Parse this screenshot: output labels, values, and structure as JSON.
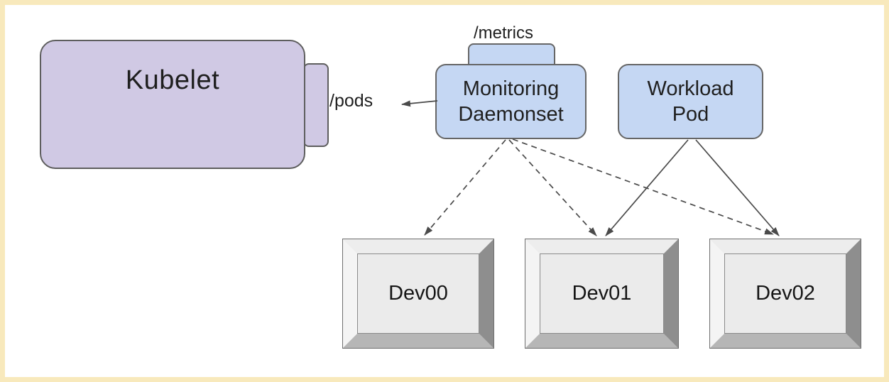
{
  "frame": {
    "border_color": "#f8e9bc",
    "background_color": "#ffffff"
  },
  "nodes": {
    "kubelet": {
      "label": "Kubelet",
      "fill": "#d0c9e4",
      "stroke": "#5e5e5e"
    },
    "monitoring_daemonset": {
      "line1": "Monitoring",
      "line2": "Daemonset",
      "fill": "#c5d7f3",
      "stroke": "#666666"
    },
    "workload_pod": {
      "line1": "Workload",
      "line2": "Pod",
      "fill": "#c5d7f3",
      "stroke": "#666666"
    },
    "devices": [
      {
        "label": "Dev00"
      },
      {
        "label": "Dev01"
      },
      {
        "label": "Dev02"
      }
    ]
  },
  "endpoint_labels": {
    "pods": "/pods",
    "metrics": "/metrics"
  },
  "edges": [
    {
      "from": "Monitoring Daemonset",
      "to": "Kubelet /pods endpoint",
      "style": "solid",
      "arrowhead": "filled"
    },
    {
      "from": "Monitoring Daemonset",
      "to": "Dev00",
      "style": "dashed",
      "arrowhead": "filled"
    },
    {
      "from": "Monitoring Daemonset",
      "to": "Dev01",
      "style": "dashed",
      "arrowhead": "filled"
    },
    {
      "from": "Monitoring Daemonset",
      "to": "Dev02",
      "style": "dashed",
      "arrowhead": "filled"
    },
    {
      "from": "Workload Pod",
      "to": "Dev01",
      "style": "solid",
      "arrowhead": "filled"
    },
    {
      "from": "Workload Pod",
      "to": "Dev02",
      "style": "solid",
      "arrowhead": "filled"
    }
  ],
  "colors": {
    "arrow": "#4a4a4a",
    "text": "#1f1f1f",
    "device_face": "#ebebeb",
    "device_bevel_top": "#ededed",
    "device_bevel_left": "#f4f4f4",
    "device_bevel_right": "#8e8e8e",
    "device_bevel_bottom": "#b6b6b6",
    "device_outline": "#6e6e6e"
  }
}
